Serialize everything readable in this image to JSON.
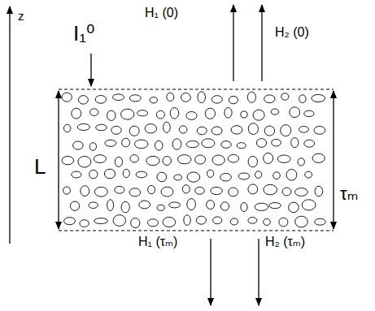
{
  "diagram": {
    "labels": [
      "z",
      "I₁⁰",
      "H₁ (0)",
      "H₂ (0)",
      "L",
      "τₘ",
      "H₁ (τₘ)",
      "H₂ (τₘ)"
    ]
  }
}
